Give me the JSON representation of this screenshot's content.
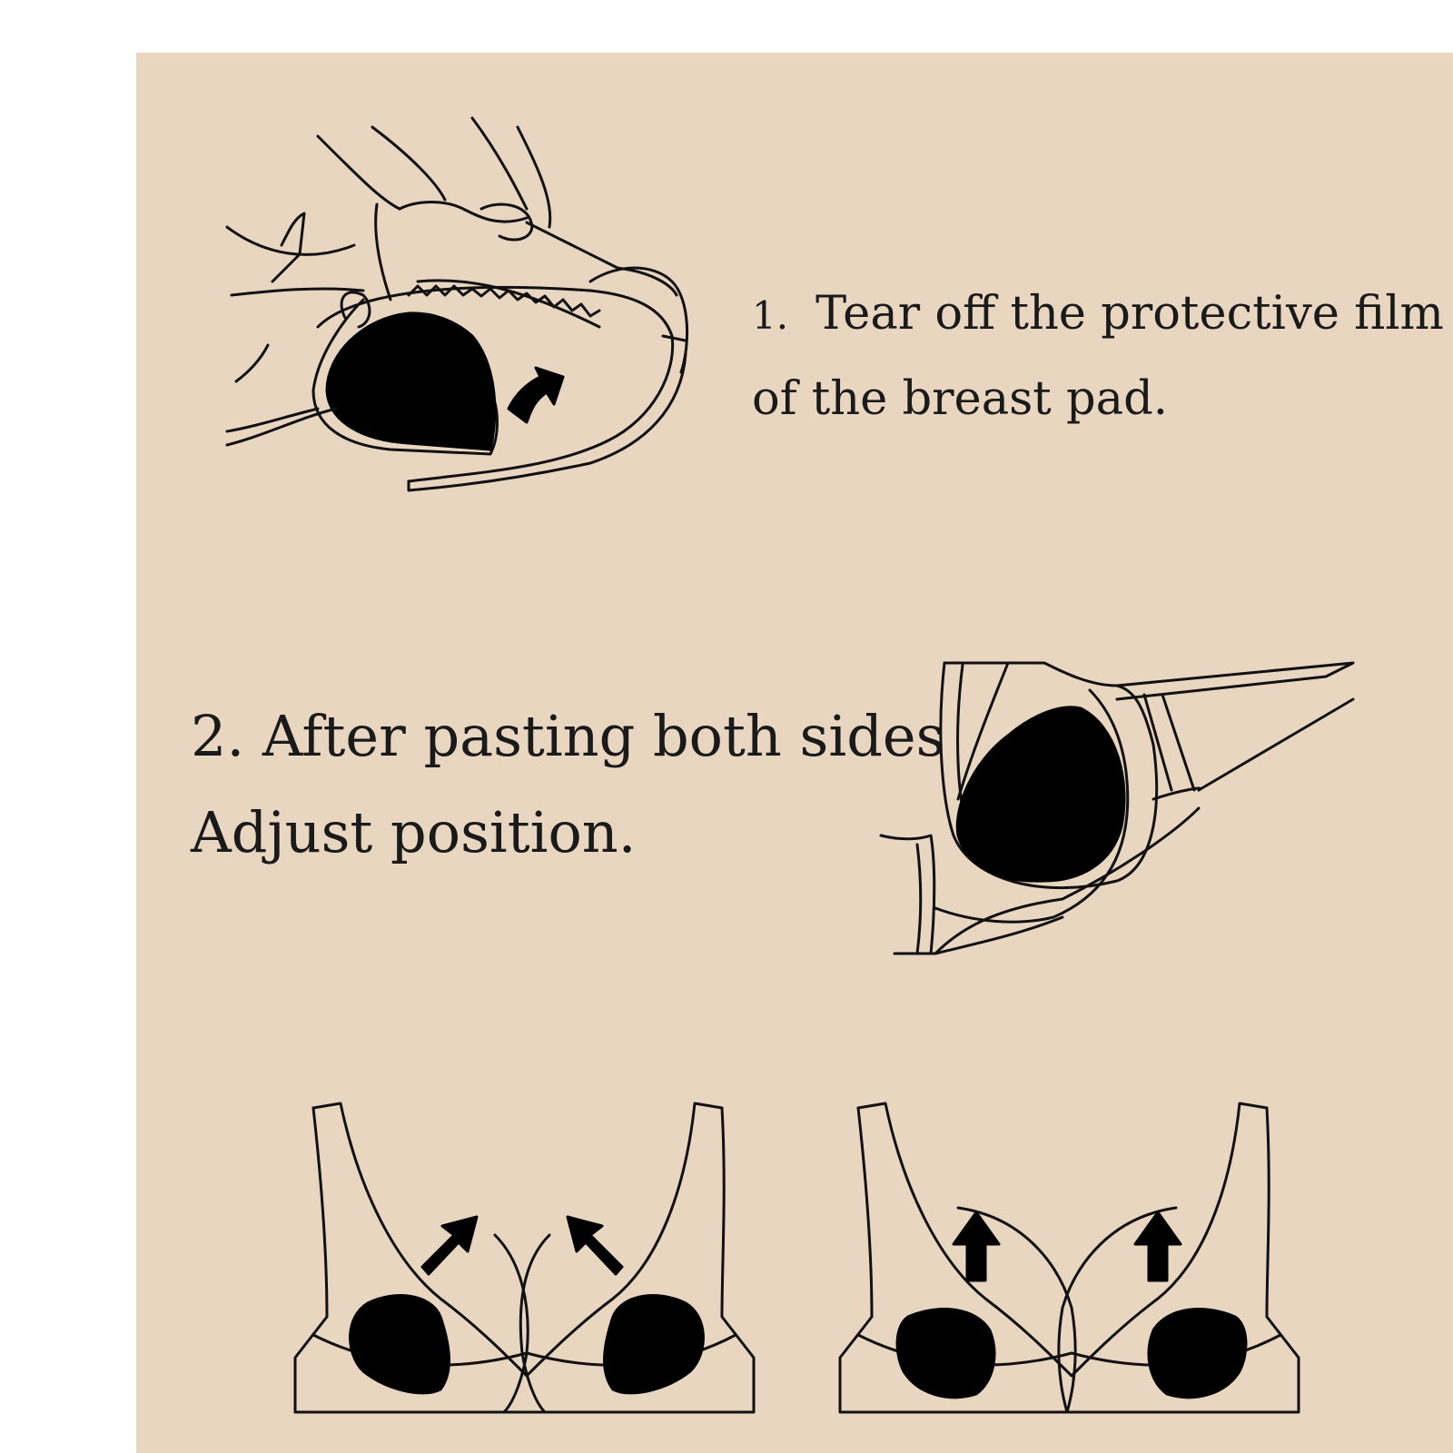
{
  "colors": {
    "panel_background": "#e8d6c1",
    "page_background": "#ffffff",
    "ink": "#000000"
  },
  "step1": {
    "number": "1.",
    "line1": "Tear off the protective film",
    "line2": "of the breast pad."
  },
  "step2": {
    "line1": "2. After pasting both sides",
    "line2": "Adjust position."
  },
  "icons": {
    "step1": "hands-peeling-film-illustration",
    "step2": "bra-cup-with-pad-illustration",
    "step3": "bra-pads-inward-arrows-illustration",
    "step4": "bra-pads-upward-arrows-illustration"
  }
}
